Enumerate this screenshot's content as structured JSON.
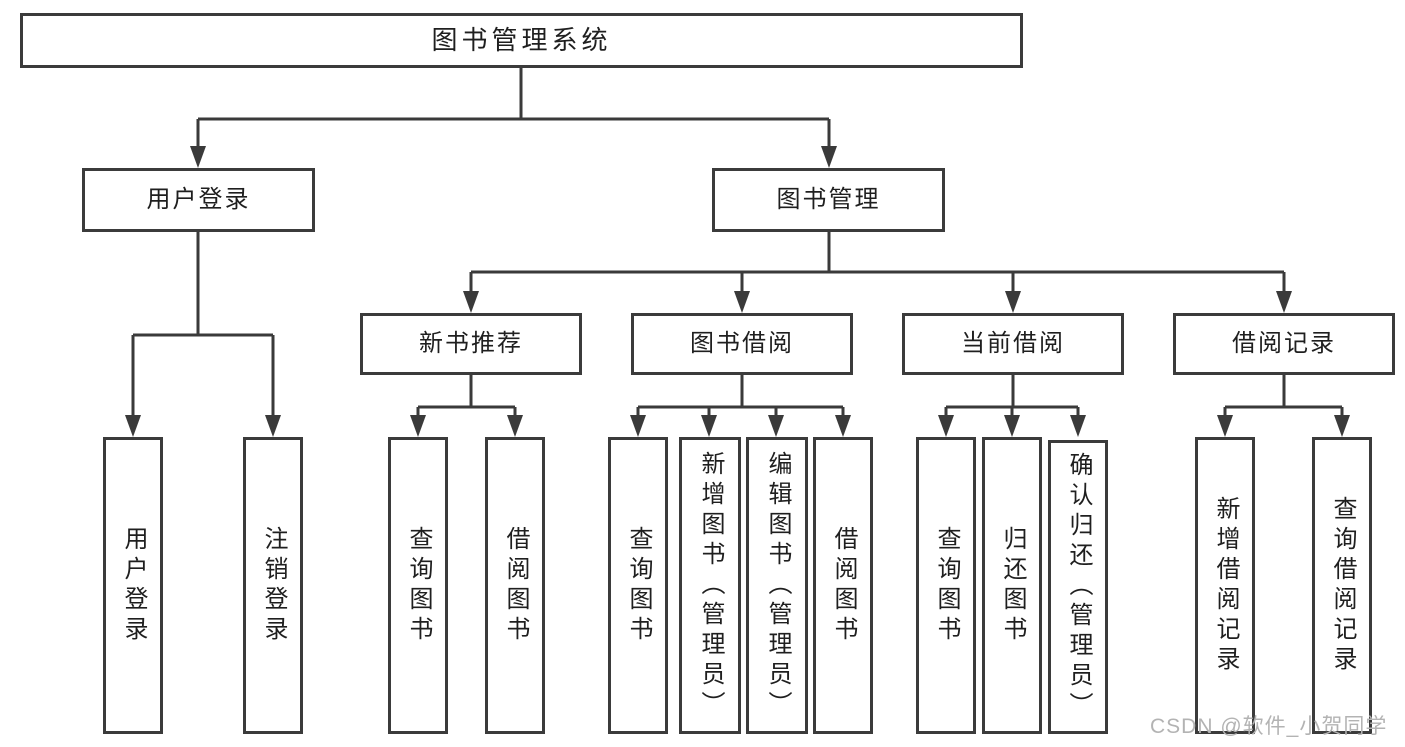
{
  "diagram_type": "hierarchy-tree",
  "colors": {
    "line": "#3a3a3a",
    "box_border": "#3b3b3b",
    "text": "#1f1f1f",
    "watermark": "#b3b3b3",
    "background": "#ffffff"
  },
  "tree": {
    "root": {
      "label": "图书管理系统",
      "children": [
        {
          "label": "用户登录",
          "children": [
            {
              "label": "用户登录"
            },
            {
              "label": "注销登录"
            }
          ]
        },
        {
          "label": "图书管理",
          "children": [
            {
              "label": "新书推荐",
              "children": [
                {
                  "label": "查询图书"
                },
                {
                  "label": "借阅图书"
                }
              ]
            },
            {
              "label": "图书借阅",
              "children": [
                {
                  "label": "查询图书"
                },
                {
                  "label": "新增图书（管理员）"
                },
                {
                  "label": "编辑图书（管理员）"
                },
                {
                  "label": "借阅图书"
                }
              ]
            },
            {
              "label": "当前借阅",
              "children": [
                {
                  "label": "查询图书"
                },
                {
                  "label": "归还图书"
                },
                {
                  "label": "确认归还（管理员）"
                }
              ]
            },
            {
              "label": "借阅记录",
              "children": [
                {
                  "label": "新增借阅记录"
                },
                {
                  "label": "查询借阅记录"
                }
              ]
            }
          ]
        }
      ]
    }
  },
  "watermark": "CSDN @软件_小贺同学"
}
